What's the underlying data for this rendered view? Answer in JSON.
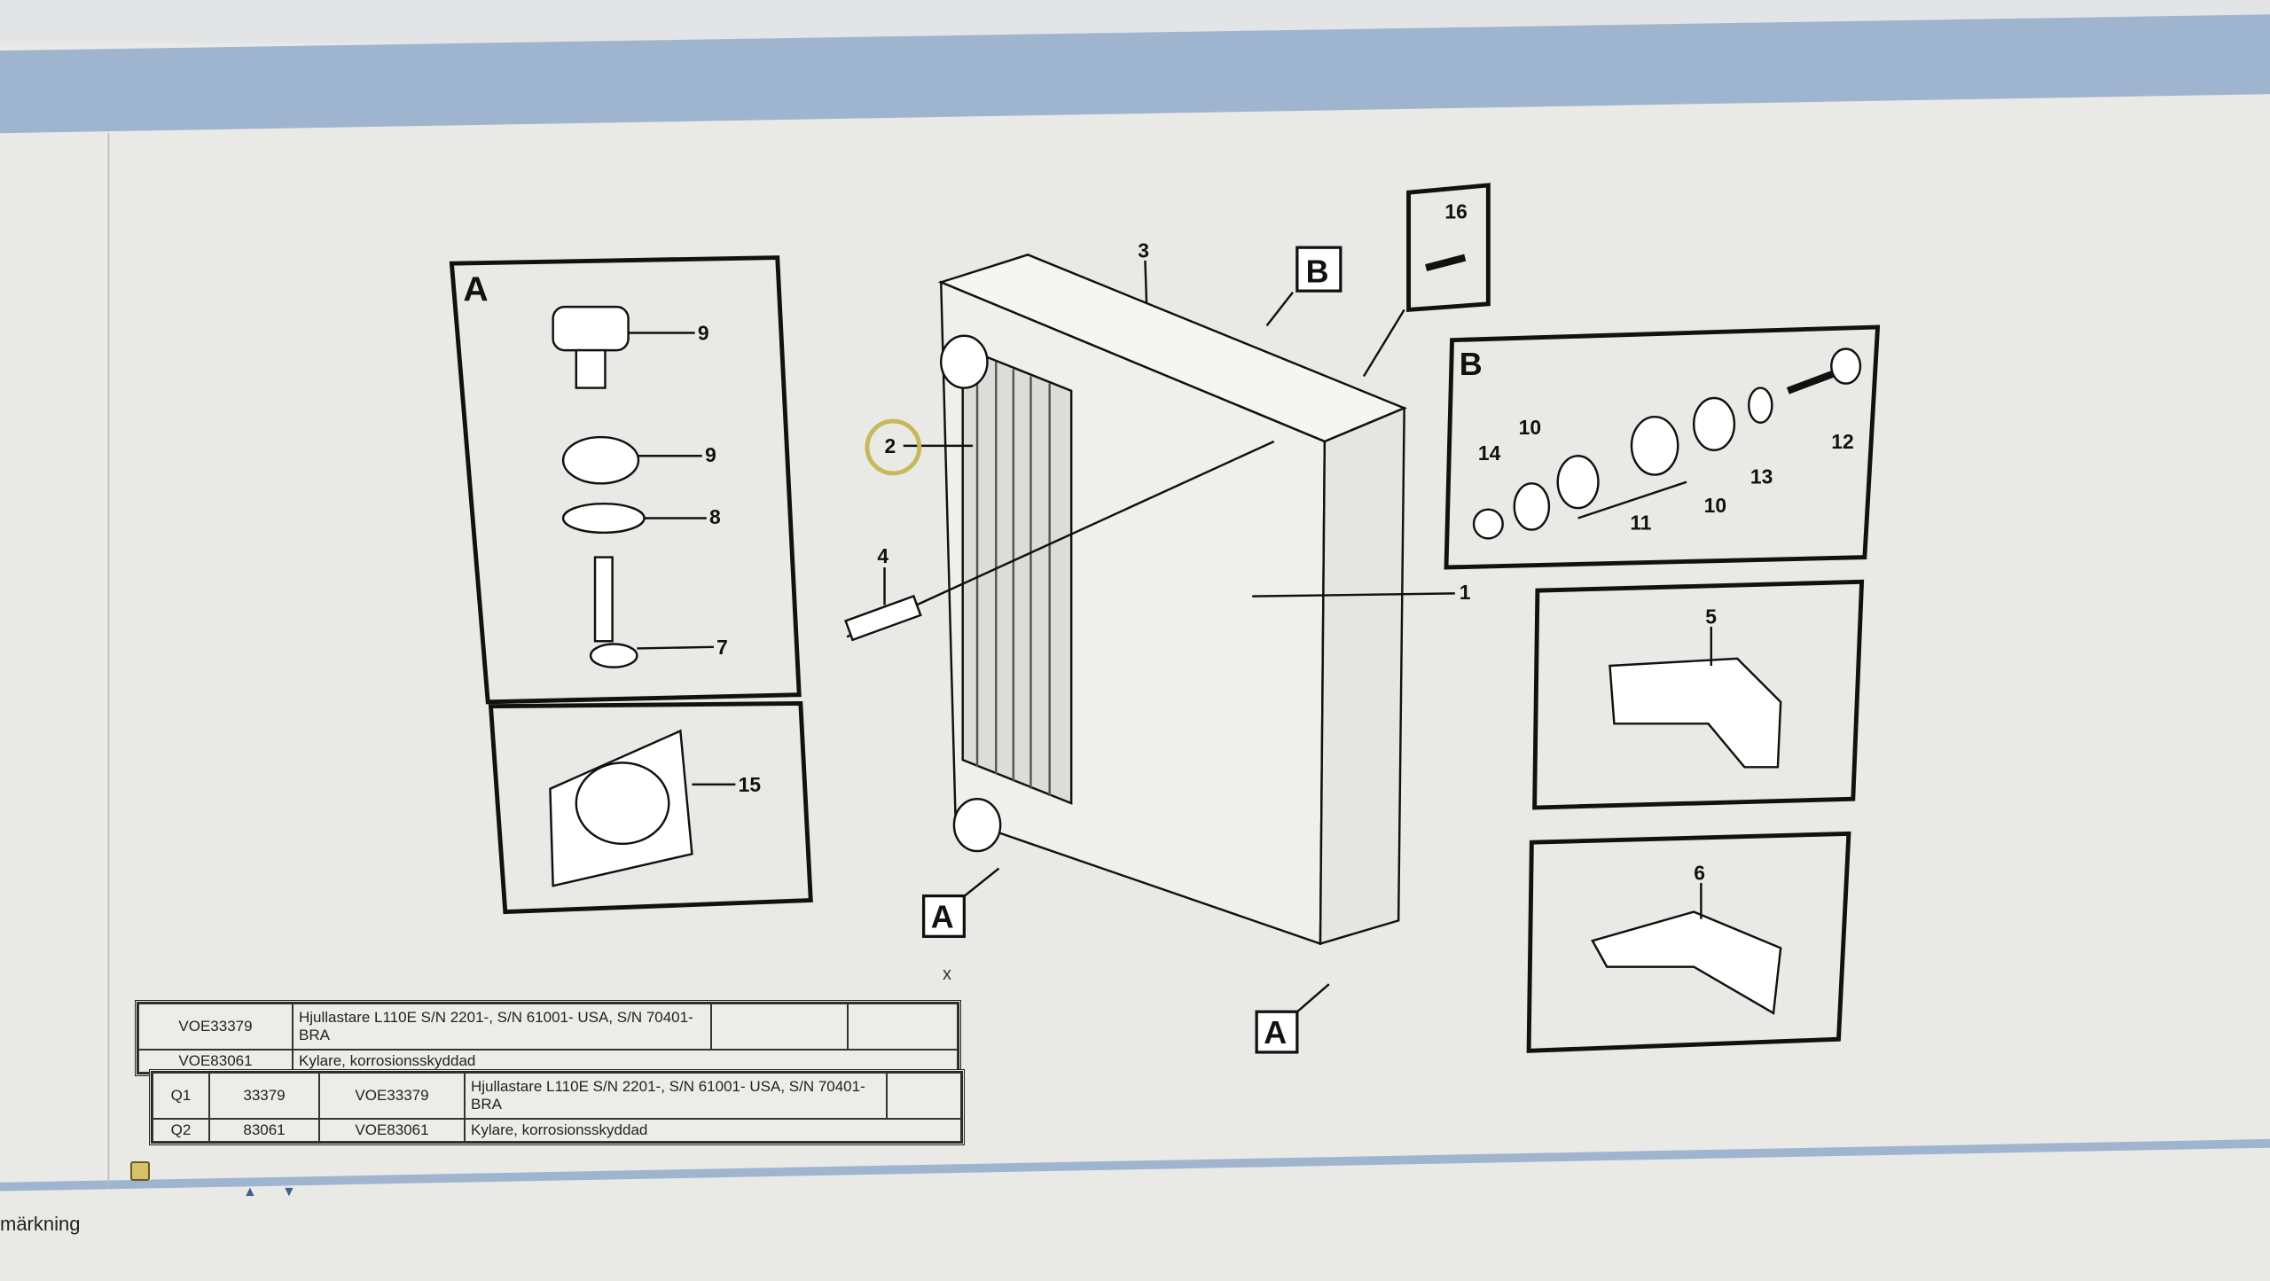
{
  "diagram": {
    "callouts": {
      "a1": "A",
      "n9a": "9",
      "n9b": "9",
      "n8": "8",
      "n7": "7",
      "n15": "15",
      "n3": "3",
      "b1": "B",
      "n16": "16",
      "n2": "2",
      "n4": "4",
      "n1": "1",
      "b2": "B",
      "n10a": "10",
      "n14": "14",
      "n11": "11",
      "n10b": "10",
      "n13": "13",
      "n12": "12",
      "n5": "5",
      "n6": "6",
      "a2": "A",
      "a3": "A"
    }
  },
  "popup": {
    "close_label": "x",
    "top_rows": [
      {
        "code": "VOE33379",
        "desc": "Hjullastare L110E S/N 2201-, S/N 61001- USA, S/N 70401- BRA"
      },
      {
        "code": "VOE83061",
        "desc": "Kylare, korrosionsskyddad"
      }
    ],
    "bottom_rows": [
      {
        "pos": "Q1",
        "num": "33379",
        "code": "VOE33379",
        "desc": "Hjullastare L110E S/N 2201-, S/N 61001- USA, S/N 70401- BRA"
      },
      {
        "pos": "Q2",
        "num": "83061",
        "code": "VOE83061",
        "desc": "Kylare, korrosionsskyddad"
      }
    ]
  },
  "status": {
    "label": "märkning"
  },
  "colors": {
    "header_band": "#9fb4cf",
    "background": "#e9e9e6"
  }
}
